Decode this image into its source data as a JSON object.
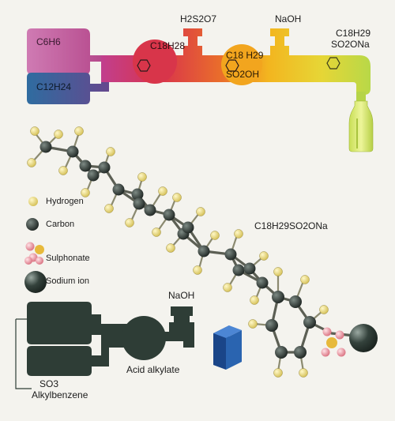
{
  "top_process": {
    "input_1": "C6H6",
    "input_2": "C12H24",
    "reactor_1": "C18H28",
    "reagent_1": "H2S2O7",
    "reactor_2_line1": "C18 H29",
    "reactor_2_line2": "SO2OH",
    "reagent_2": "NaOH",
    "product_line1": "C18H29",
    "product_line2": "SO2ONa"
  },
  "molecule": {
    "formula": "C18H29SO2ONa"
  },
  "legend": {
    "hydrogen": "Hydrogen",
    "carbon": "Carbon",
    "sulphonate": "Sulphonate",
    "sodium": "Sodium ion"
  },
  "bottom_process": {
    "reagent": "NaOH",
    "reactor_label": "Acid alkylate",
    "so3_label": "SO3",
    "alkylbenzene_label": "Alkylbenzene"
  },
  "colors": {
    "pink": "#c45b9a",
    "blue": "#2f6d9a",
    "red": "#d63b4a",
    "orange": "#f0a21e",
    "yellow_green": "#c8d84a",
    "dark_green": "#2e3d36",
    "product_blue": "#2a64b0",
    "hydrogen": "#e8d877",
    "carbon": "#2c3430",
    "sulphonate": "#e79aa9"
  }
}
